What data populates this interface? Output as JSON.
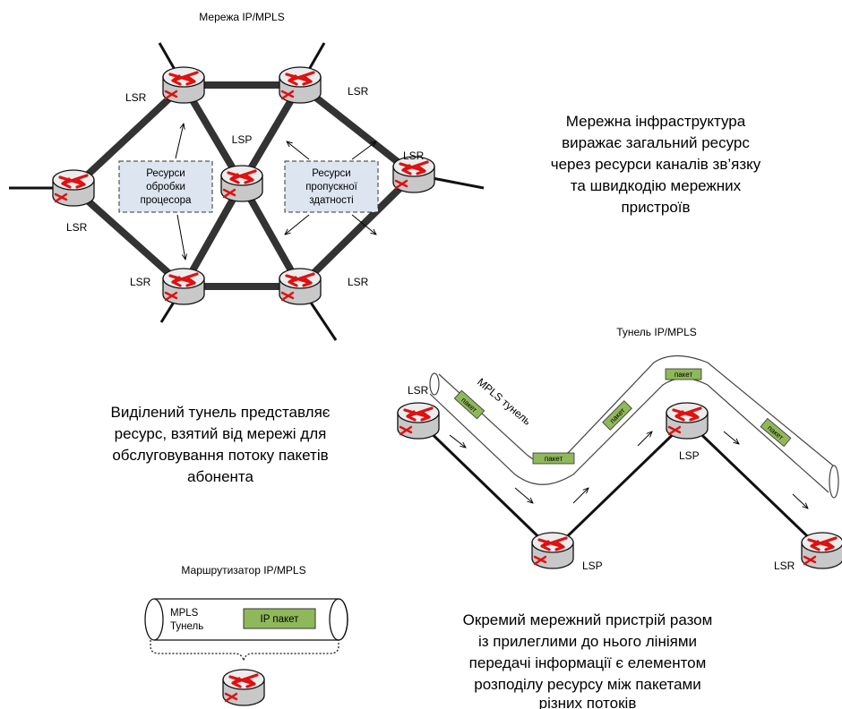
{
  "network": {
    "title": "Мережа IP/MPLS",
    "router_labels": [
      "LSR",
      "LSR",
      "LSR",
      "LSR",
      "LSR",
      "LSR"
    ],
    "center_label": "LSP",
    "cpu_box": [
      "Ресурси",
      "обробки",
      "процесора"
    ],
    "bandwidth_box": [
      "Ресурси",
      "пропускної",
      "здатності"
    ],
    "description": [
      "Мережна інфраструктура",
      "виражає загальний ресурс",
      "через ресурси каналів зв’язку",
      "та швидкодію мережних",
      "пристроїв"
    ]
  },
  "tunnel": {
    "title": "Тунель IP/MPLS",
    "tunnel_label": "MPLS тунель",
    "packet_label": "пакет",
    "router_labels": [
      "LSR",
      "LSP",
      "LSP",
      "LSR"
    ],
    "description": [
      "Виділений тунель представляє",
      "ресурс, взятий від мережі для",
      "обслуговування потоку пакетів",
      "абонента"
    ]
  },
  "router": {
    "title": "Маршрутизатор IP/MPLS",
    "tunnel_label": [
      "MPLS",
      "Тунель"
    ],
    "packet_label": "IP пакет",
    "description": [
      "Окремий мережний пристрій разом",
      "із прилеглими до нього лініями",
      "передачі інформації є елементом",
      "розподілу ресурсу між пакетами",
      "різних потоків"
    ]
  },
  "colors": {
    "router_body": "#dcdcdc",
    "router_arrow": "#e01010",
    "box_fill": "#dde6f0",
    "packet_fill": "#8fb85a"
  }
}
